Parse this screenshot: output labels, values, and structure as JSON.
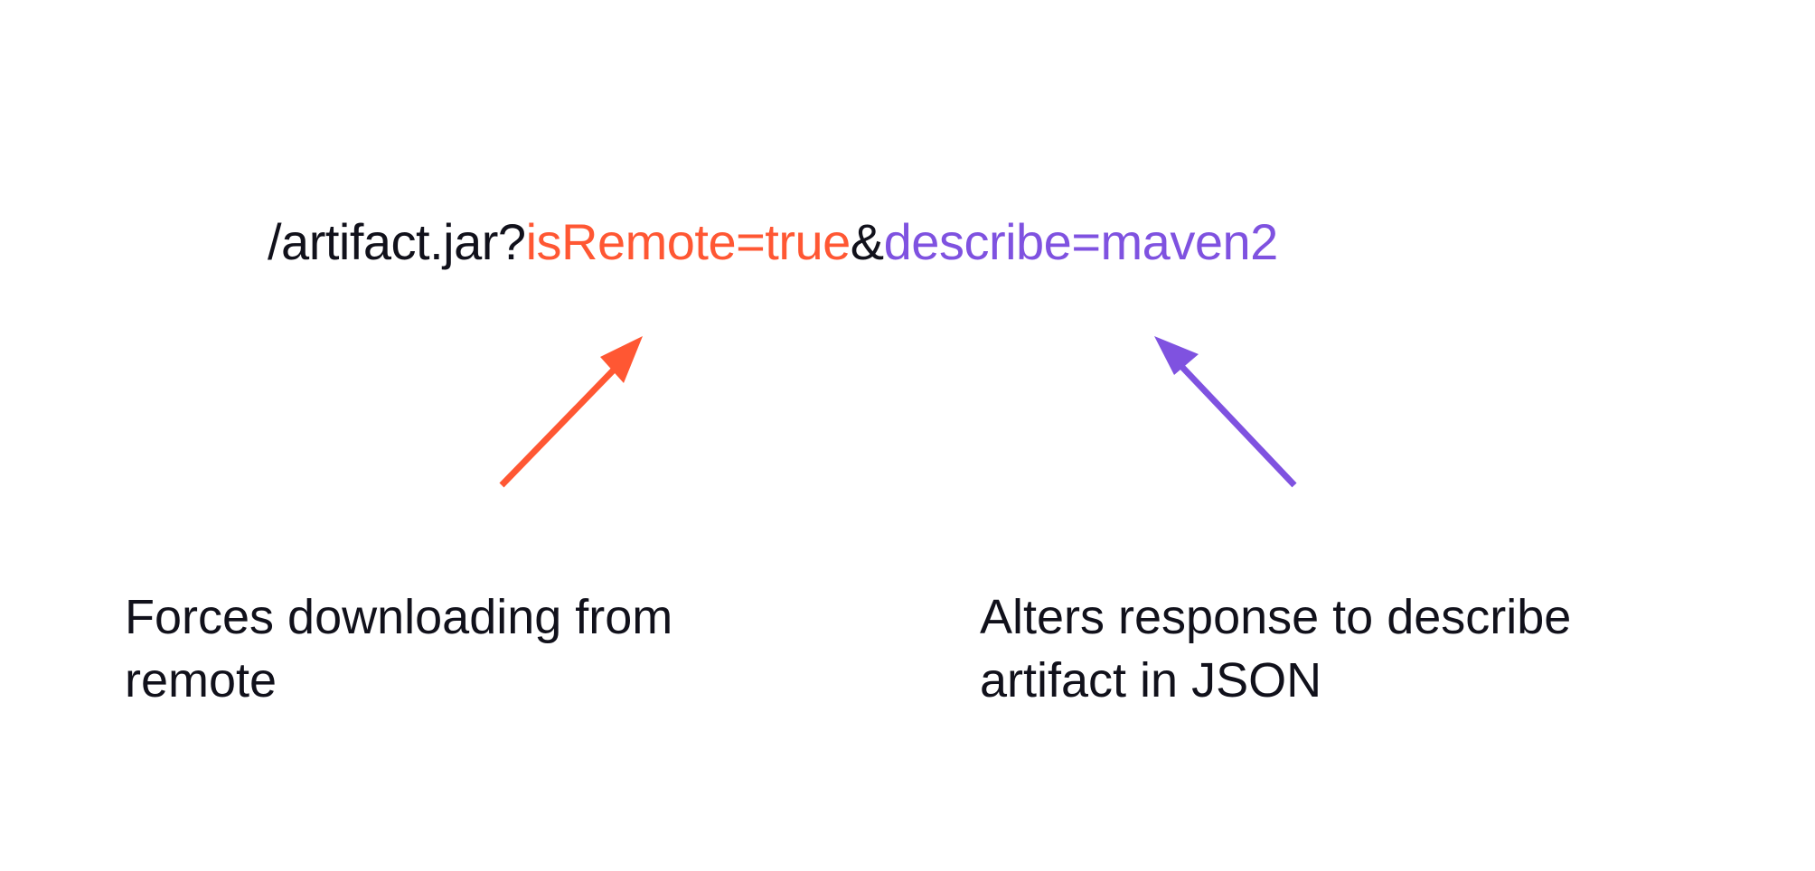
{
  "colors": {
    "text": "#11111b",
    "orange": "#ff5733",
    "purple": "#7f52e0",
    "background": "#ffffff"
  },
  "url": {
    "path": "/artifact.jar?",
    "param_remote": "isRemote=true",
    "separator": "&",
    "param_describe": "describe=maven2"
  },
  "annotations": [
    {
      "target": "isRemote=true",
      "arrow_color": "orange",
      "arrow_direction": "up-right",
      "text": "Forces downloading from remote"
    },
    {
      "target": "describe=maven2",
      "arrow_color": "purple",
      "arrow_direction": "up-left",
      "text": "Alters response to describe artifact in JSON"
    }
  ]
}
